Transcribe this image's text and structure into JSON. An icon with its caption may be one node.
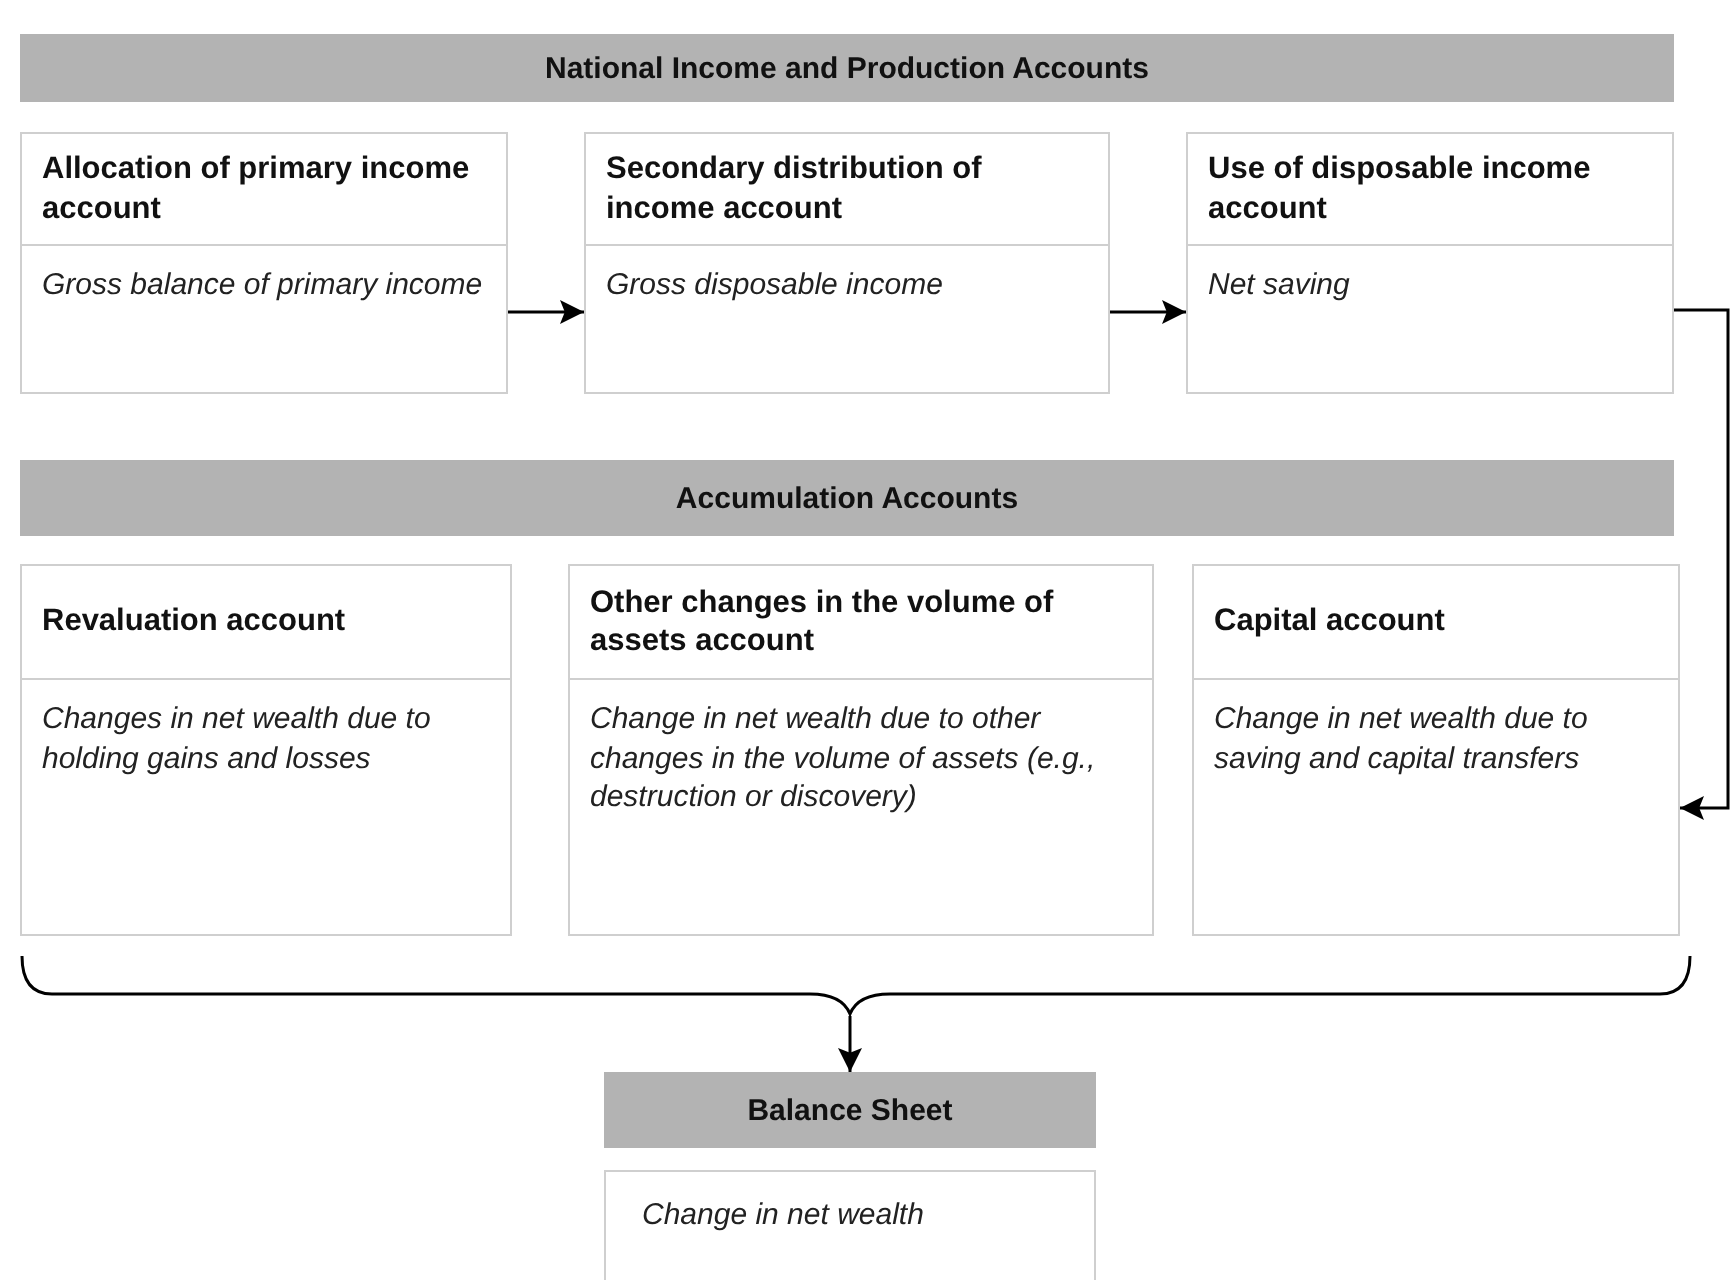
{
  "diagram": {
    "nodes": [
      {
        "text": [
          "National Income and Production Accounts"
        ]
      },
      {
        "text": [
          "Allocation of primary income account",
          "Gross balance of primary income"
        ]
      },
      {
        "text": [
          "Secondary distribution of income account",
          "Gross disposable income"
        ]
      },
      {
        "text": [
          "Use of disposable income account",
          "Net saving"
        ]
      },
      {
        "text": [
          "Accumulation Accounts"
        ]
      },
      {
        "text": [
          "Revaluation account",
          "Changes in net wealth due to holding gains and losses"
        ]
      },
      {
        "text": [
          "Other changes in the volume of assets account",
          "Change in net wealth due to other changes in the volume of assets (e.g., destruction or discovery)"
        ]
      },
      {
        "text": [
          "Capital account",
          "Change in net wealth due to saving and capital transfers"
        ]
      },
      {
        "text": [],
        "shape": "bracket"
      },
      {
        "text": [
          "Balance Sheet"
        ]
      },
      {
        "text": [
          "Change in net wealth"
        ]
      }
    ],
    "edges": [
      {
        "from": 1,
        "to": 2,
        "arrow": "to"
      },
      {
        "from": 2,
        "to": 3,
        "arrow": "to"
      },
      {
        "from": 3,
        "to": 7,
        "arrow": "to"
      },
      {
        "from": 8,
        "to": 9,
        "arrow": "to"
      }
    ]
  }
}
